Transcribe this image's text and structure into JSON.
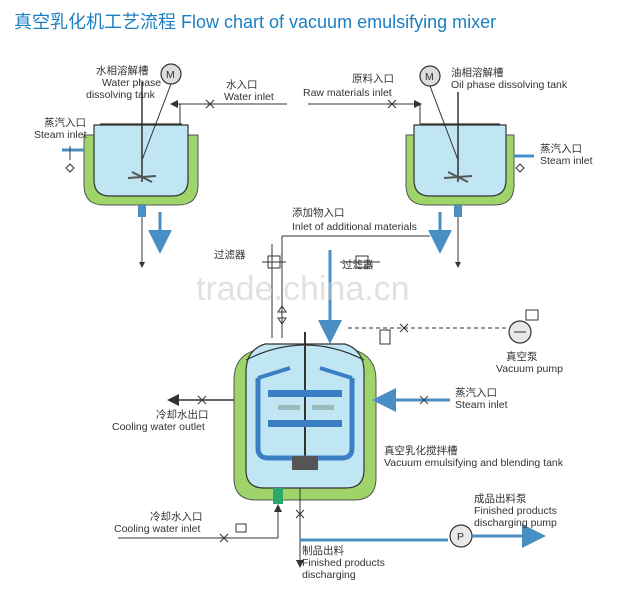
{
  "title": "真空乳化机工艺流程 Flow chart of vacuum emulsifying mixer",
  "watermark": "trade.china.cn",
  "motor_symbol": "M",
  "pump_symbol": "P",
  "labels": {
    "water_tank_cn": "水相溶解槽",
    "water_tank_en1": "Water phase",
    "water_tank_en2": "dissolving tank",
    "water_inlet_cn": "水入口",
    "water_inlet_en": "Water inlet",
    "raw_inlet_cn": "原料入口",
    "raw_inlet_en": "Raw materials inlet",
    "oil_tank_cn": "油相溶解槽",
    "oil_tank_en": "Oil phase dissolving tank",
    "steam_left_cn": "蒸汽入口",
    "steam_left_en": "Steam inlet",
    "steam_right_cn": "蒸汽入口",
    "steam_right_en": "Steam inlet",
    "additional_cn": "添加物入口",
    "additional_en": "Inlet of additional materials",
    "filter_left": "过滤器",
    "filter_right": "过滤器",
    "vacuum_pump_cn": "真空泵",
    "vacuum_pump_en": "Vacuum pump",
    "cooling_out_cn": "冷却水出口",
    "cooling_out_en": "Cooling water outlet",
    "steam_main_cn": "蒸汽入口",
    "steam_main_en": "Steam inlet",
    "main_tank_cn": "真空乳化搅拌槽",
    "main_tank_en": "Vacuum emulsifying and blending tank",
    "cooling_in_cn": "冷却水入口",
    "cooling_in_en": "Cooling water inlet",
    "discharge_pump_cn": "成品出料泵",
    "discharge_pump_en1": "Finished products",
    "discharge_pump_en2": "discharging pump",
    "products_cn": "制品出料",
    "products_en1": "Finished products",
    "products_en2": "discharging"
  },
  "colors": {
    "title": "#1a7fc1",
    "jacket": "#9fd46a",
    "liquid": "#bfe6f2",
    "pipe_blue": "#4a8fc4",
    "agitator": "#3a7fc4",
    "line": "#333333"
  }
}
